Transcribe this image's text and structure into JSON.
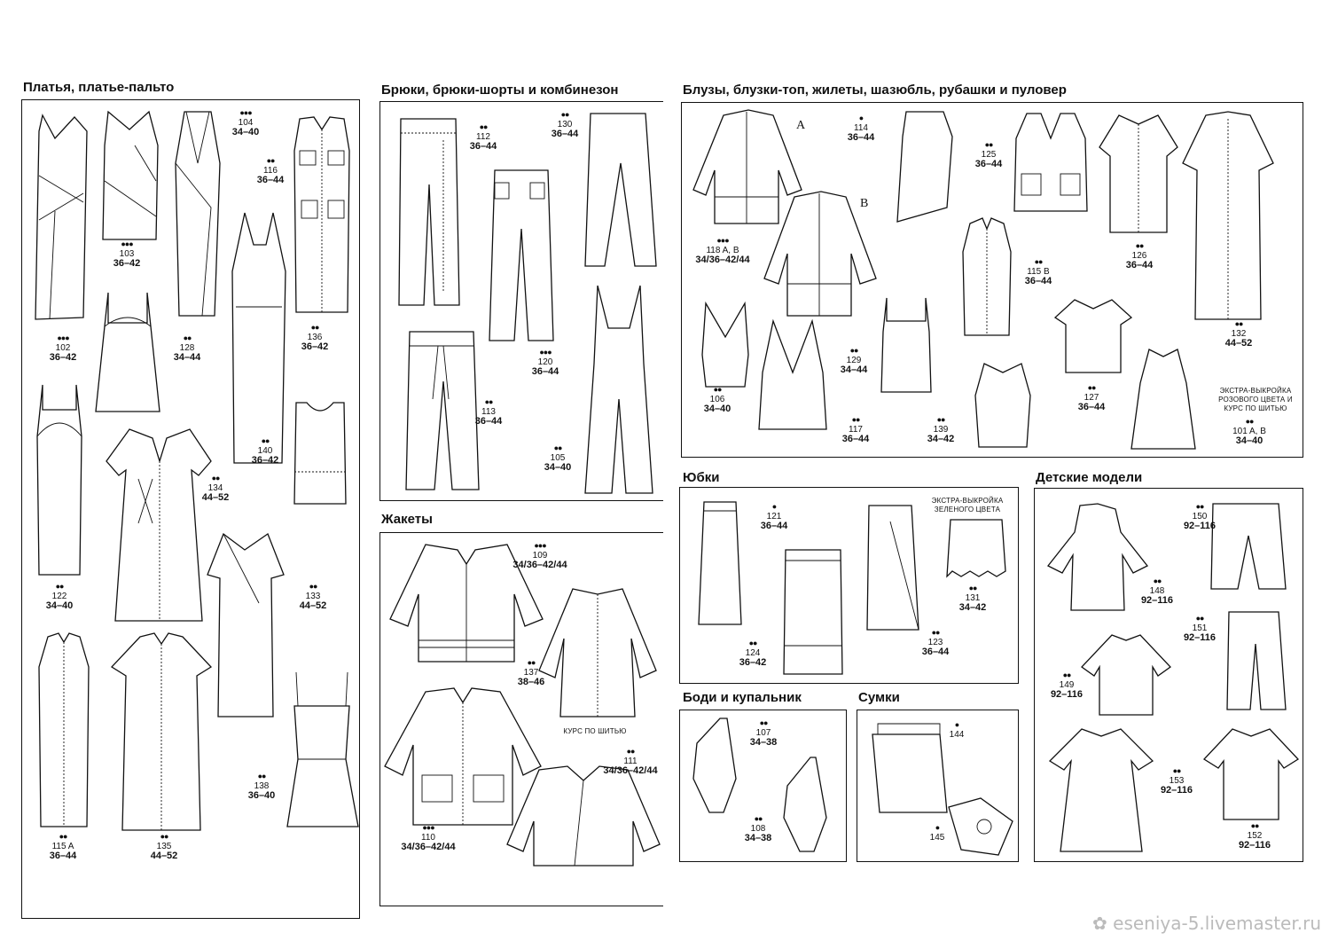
{
  "sections": {
    "dresses": "Платья, платье-пальто",
    "trousers": "Брюки, брюки-шорты и комбинезон",
    "blouses": "Блузы, блузки-топ, жилеты, шазюбль, рубашки и пуловер",
    "jackets": "Жакеты",
    "skirts": "Юбки",
    "bodies": "Боди и купальник",
    "bags": "Сумки",
    "kids": "Детские модели"
  },
  "models": {
    "m102": {
      "dots": "●●●",
      "number": "102",
      "size": "36–42"
    },
    "m103": {
      "dots": "●●●",
      "number": "103",
      "size": "36–42"
    },
    "m104": {
      "dots": "●●●",
      "number": "104",
      "size": "34–40"
    },
    "m116": {
      "dots": "●●",
      "number": "116",
      "size": "36–44"
    },
    "m136": {
      "dots": "●●",
      "number": "136",
      "size": "36–42"
    },
    "m128": {
      "dots": "●●",
      "number": "128",
      "size": "34–44"
    },
    "m122": {
      "dots": "●●",
      "number": "122",
      "size": "34–40"
    },
    "m134": {
      "dots": "●●",
      "number": "134",
      "size": "44–52"
    },
    "m140": {
      "dots": "●●",
      "number": "140",
      "size": "36–42"
    },
    "m133": {
      "dots": "●●",
      "number": "133",
      "size": "44–52"
    },
    "m115a": {
      "dots": "●●",
      "number": "115 A",
      "size": "36–44"
    },
    "m135": {
      "dots": "●●",
      "number": "135",
      "size": "44–52"
    },
    "m138": {
      "dots": "●●",
      "number": "138",
      "size": "36–40"
    },
    "m112": {
      "dots": "●●",
      "number": "112",
      "size": "36–44"
    },
    "m130": {
      "dots": "●●",
      "number": "130",
      "size": "36–44"
    },
    "m120": {
      "dots": "●●●",
      "number": "120",
      "size": "36–44"
    },
    "m113": {
      "dots": "●●",
      "number": "113",
      "size": "36–44"
    },
    "m105": {
      "dots": "●●",
      "number": "105",
      "size": "34–40"
    },
    "m109": {
      "dots": "●●●",
      "number": "109",
      "size": "34/36–42/44"
    },
    "m137": {
      "dots": "●●",
      "number": "137",
      "size": "38–46"
    },
    "m111": {
      "dots": "●●",
      "number": "111",
      "size": "34/36–42/44"
    },
    "m110": {
      "dots": "●●●",
      "number": "110",
      "size": "34/36–42/44"
    },
    "m114": {
      "dots": "●",
      "number": "114",
      "size": "36–44"
    },
    "m118": {
      "dots": "●●●",
      "number": "118 A, B",
      "size": "34/36–42/44"
    },
    "m125": {
      "dots": "●●",
      "number": "125",
      "size": "36–44"
    },
    "m115b": {
      "dots": "●●",
      "number": "115 B",
      "size": "36–44"
    },
    "m126": {
      "dots": "●●",
      "number": "126",
      "size": "36–44"
    },
    "m132": {
      "dots": "●●",
      "number": "132",
      "size": "44–52"
    },
    "m106": {
      "dots": "●●",
      "number": "106",
      "size": "34–40"
    },
    "m129": {
      "dots": "●●",
      "number": "129",
      "size": "34–44"
    },
    "m117": {
      "dots": "●●",
      "number": "117",
      "size": "36–44"
    },
    "m139": {
      "dots": "●●",
      "number": "139",
      "size": "34–42"
    },
    "m127": {
      "dots": "●●",
      "number": "127",
      "size": "36–44"
    },
    "m101": {
      "dots": "●●",
      "number": "101 A, B",
      "size": "34–40"
    },
    "m121": {
      "dots": "●",
      "number": "121",
      "size": "36–44"
    },
    "m124": {
      "dots": "●●",
      "number": "124",
      "size": "36–42"
    },
    "m131": {
      "dots": "●●",
      "number": "131",
      "size": "34–42"
    },
    "m123": {
      "dots": "●●",
      "number": "123",
      "size": "36–44"
    },
    "m107": {
      "dots": "●●",
      "number": "107",
      "size": "34–38"
    },
    "m108": {
      "dots": "●●",
      "number": "108",
      "size": "34–38"
    },
    "m144": {
      "dots": "●",
      "number": "144",
      "size": ""
    },
    "m145": {
      "dots": "●",
      "number": "145",
      "size": ""
    },
    "m150": {
      "dots": "●●",
      "number": "150",
      "size": "92–116"
    },
    "m148": {
      "dots": "●●",
      "number": "148",
      "size": "92–116"
    },
    "m151": {
      "dots": "●●",
      "number": "151",
      "size": "92–116"
    },
    "m149": {
      "dots": "●●",
      "number": "149",
      "size": "92–116"
    },
    "m153": {
      "dots": "●●",
      "number": "153",
      "size": "92–116"
    },
    "m152": {
      "dots": "●●",
      "number": "152",
      "size": "92–116"
    }
  },
  "notes": {
    "extra_pink_1": "ЭКСТРА-ВЫКРОЙКА",
    "extra_pink_2": "РОЗОВОГО ЦВЕТА И",
    "extra_pink_3": "КУРС ПО ШИТЬЮ",
    "extra_green_1": "ЭКСТРА-ВЫКРОЙКА",
    "extra_green_2": "ЗЕЛЕНОГО ЦВЕТА",
    "sewing_course": "КУРС ПО ШИТЬЮ",
    "letter_a": "A",
    "letter_b": "B"
  },
  "watermark": "eseniya-5.livemaster.ru"
}
